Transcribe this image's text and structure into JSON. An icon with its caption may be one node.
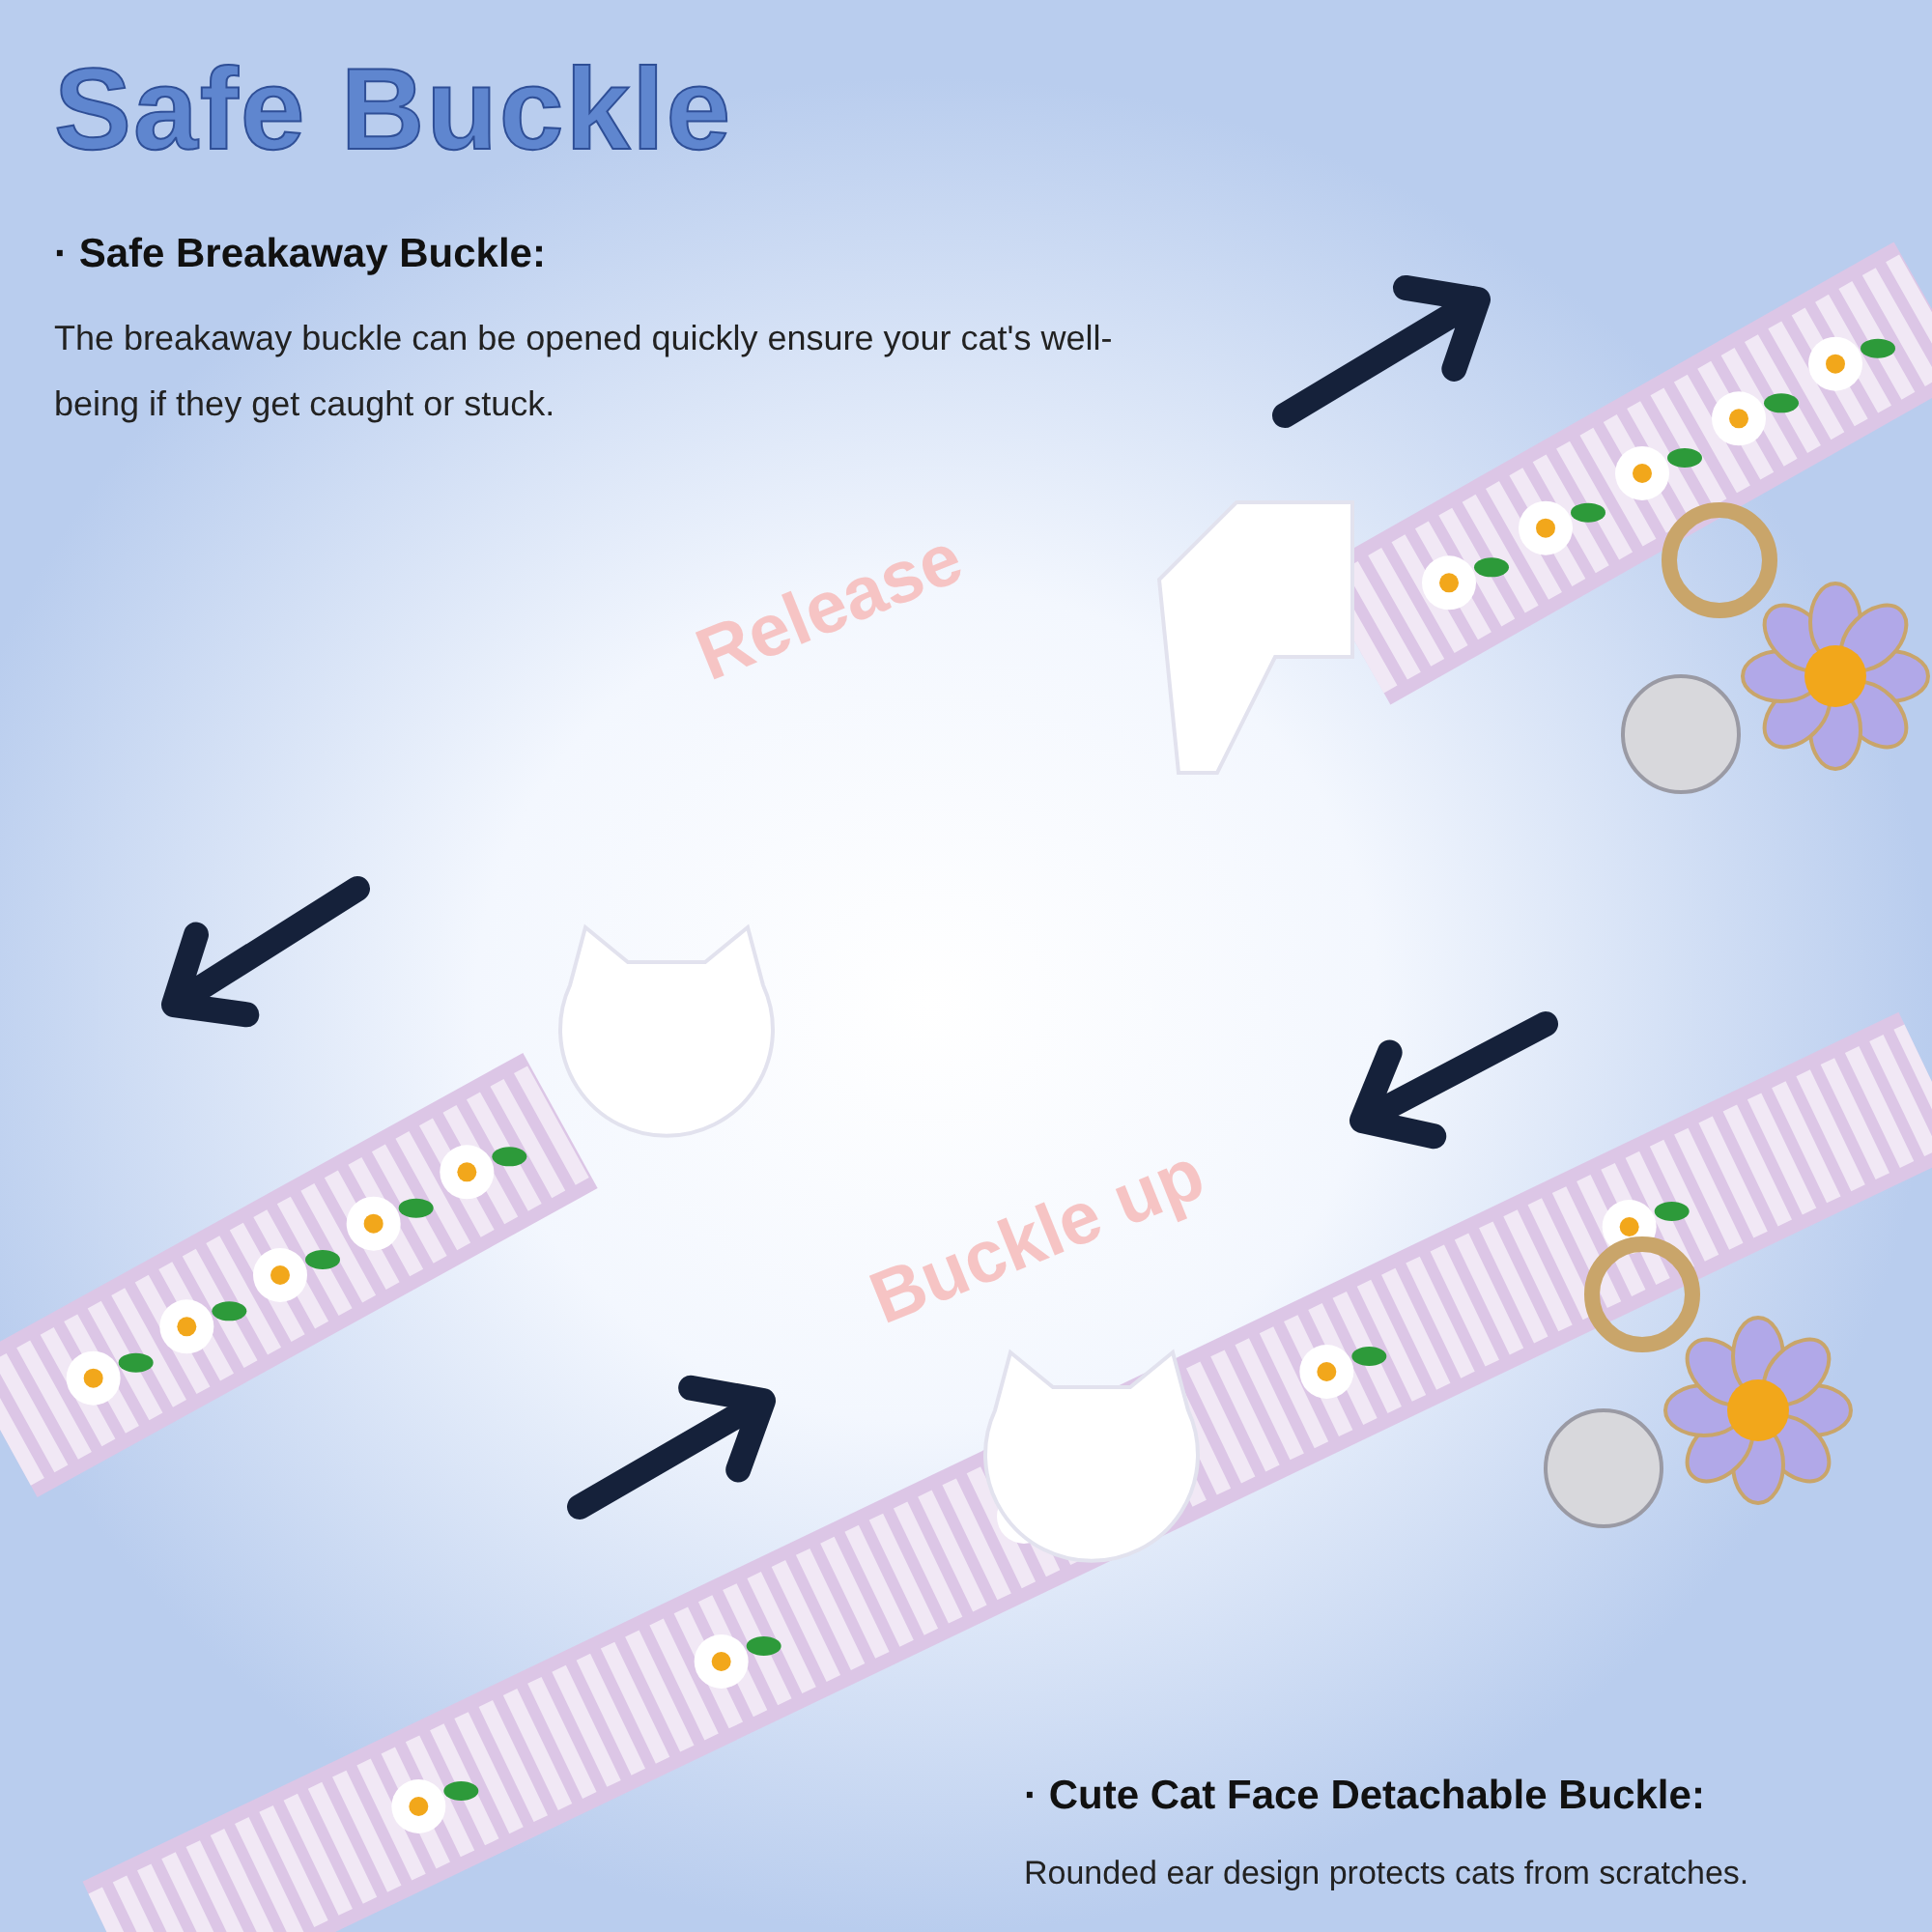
{
  "diagram": {
    "title": "Safe Buckle",
    "labels": [
      "· Safe Breakaway Buckle:",
      "The breakaway buckle can be opened quickly ensure your cat's well-being if they get caught or stuck.",
      "Release",
      "Buckle up",
      "· Cute Cat Face Detachable Buckle:",
      "Rounded ear design protects cats from scratches."
    ]
  }
}
